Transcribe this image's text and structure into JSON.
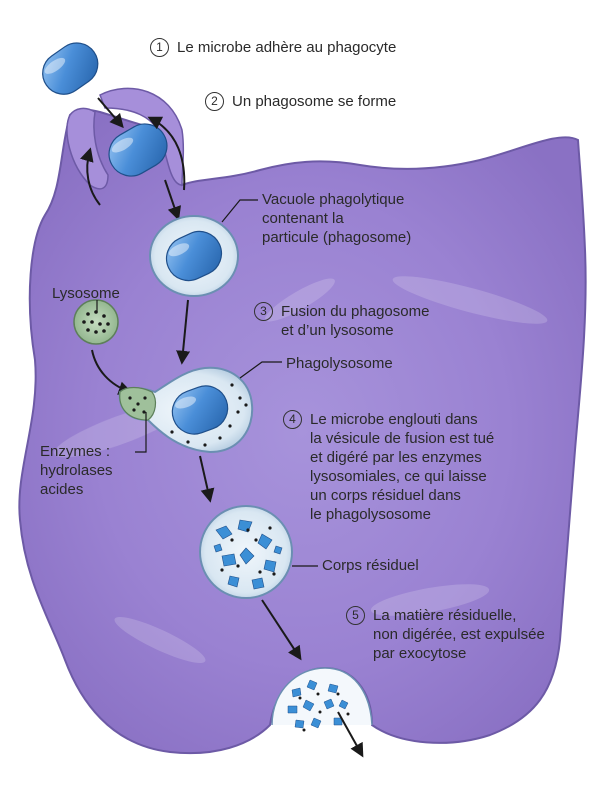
{
  "steps": [
    {
      "number": "1",
      "text": "Le microbe adhère au phagocyte"
    },
    {
      "number": "2",
      "text": "Un phagosome se forme"
    },
    {
      "number": "3",
      "text": "Fusion du phagosome\net d’un lysosome"
    },
    {
      "number": "4",
      "text": "Le microbe englouti dans\nla vésicule de fusion est tué\net digéré par les enzymes\nlysosomiales, ce qui laisse\nun corps résiduel dans\nle phagolysosome"
    },
    {
      "number": "5",
      "text": "La matière résiduelle,\nnon digérée, est expulsée\npar exocytose"
    }
  ],
  "labels": {
    "vacuole": "Vacuole phagolytique\ncontenant la\nparticule (phagosome)",
    "lysosome": "Lysosome",
    "phagolysosome": "Phagolysosome",
    "enzymes": "Enzymes :\nhydrolases\nacides",
    "residual_body": "Corps résiduel"
  },
  "colors": {
    "cell": "#9a82d2",
    "microbe": "#4a8ed8",
    "vesicle_fill": "#e4eef7",
    "lysosome_fill": "#a9c7a4"
  }
}
